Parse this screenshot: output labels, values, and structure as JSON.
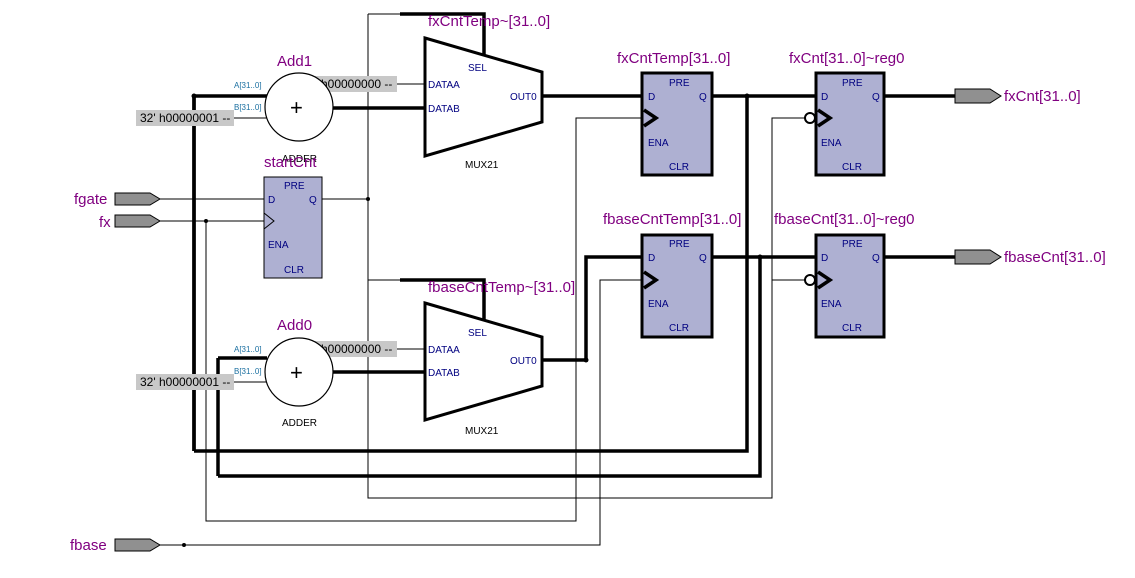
{
  "instances": {
    "add1": "Add1",
    "add0": "Add0",
    "startcnt": "startCnt",
    "mux_fx": "fxCntTemp~[31..0]",
    "mux_fbase": "fbaseCntTemp~[31..0]",
    "reg_fxcnttemp": "fxCntTemp[31..0]",
    "reg_fxcnt": "fxCnt[31..0]~reg0",
    "reg_fbasecnttemp": "fbaseCntTemp[31..0]",
    "reg_fbasecnt": "fbaseCnt[31..0]~reg0"
  },
  "pins": {
    "fgate": "fgate",
    "fx": "fx",
    "fbase": "fbase",
    "fxcnt": "fxCnt[31..0]",
    "fbasecnt": "fbaseCnt[31..0]"
  },
  "constants": {
    "zero": "32' h00000000 --",
    "one": "32' h00000001 --"
  },
  "ports": {
    "pre": "PRE",
    "d": "D",
    "q": "Q",
    "ena": "ENA",
    "clr": "CLR",
    "sel": "SEL",
    "dataa": "DATAA",
    "datab": "DATAB",
    "out0": "OUT0",
    "a": "A[31..0]",
    "b": "B[31..0]"
  },
  "captions": {
    "adder": "ADDER",
    "mux": "MUX21",
    "plus": "+"
  },
  "colors": {
    "register_fill": "#aeb0d2",
    "label": "#800080",
    "port_text": "#000080",
    "pin_fill": "#909090",
    "const_fill": "#c8c8c8"
  }
}
